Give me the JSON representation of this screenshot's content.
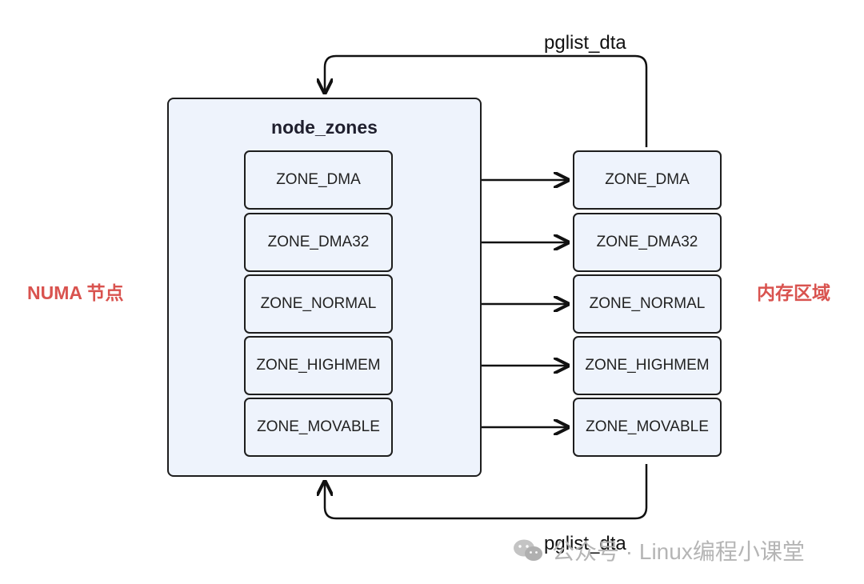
{
  "node": {
    "title": "node_zones",
    "zones": [
      "ZONE_DMA",
      "ZONE_DMA32",
      "ZONE_NORMAL",
      "ZONE_HIGHMEM",
      "ZONE_MOVABLE"
    ]
  },
  "memory": {
    "zones": [
      "ZONE_DMA",
      "ZONE_DMA32",
      "ZONE_NORMAL",
      "ZONE_HIGHMEM",
      "ZONE_MOVABLE"
    ]
  },
  "labels": {
    "left": "NUMA 节点",
    "right": "内存区域",
    "top_edge": "pglist_dta",
    "bottom_edge": "pglist_dta"
  },
  "watermark": {
    "text": "公众号 · Linux编程小课堂"
  },
  "colors": {
    "box_fill": "#eef3fc",
    "stroke": "#1d1d1d",
    "accent_label": "#d9534f"
  }
}
